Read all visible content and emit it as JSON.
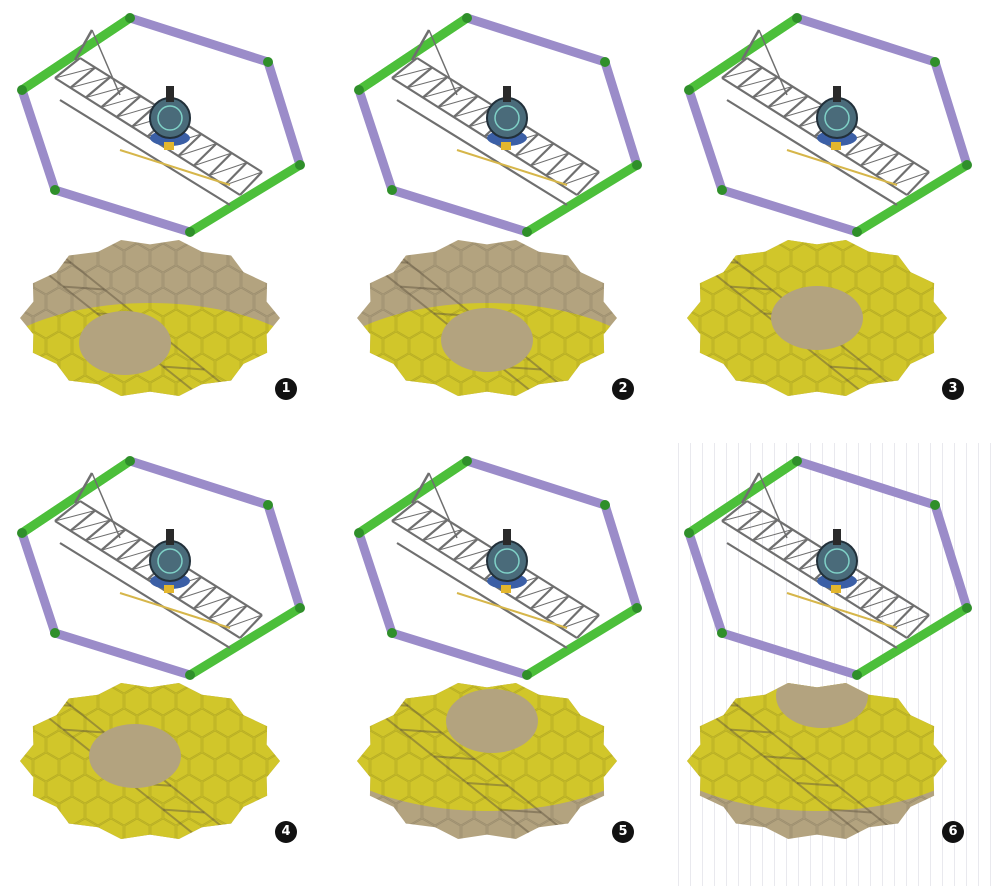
{
  "colors": {
    "frame_purple": "#9b8cc9",
    "frame_green": "#4cbf3a",
    "truss_gray": "#6f6f6f",
    "mirror_yellow": "#d1c62a",
    "mirror_tan": "#b3a37f",
    "badge_black": "#111111"
  },
  "panels": [
    {
      "label": "1",
      "band": "lower",
      "hole": "lower-left"
    },
    {
      "label": "2",
      "band": "lower",
      "hole": "lower-center"
    },
    {
      "label": "3",
      "band": "full",
      "hole": "center"
    },
    {
      "label": "4",
      "band": "full",
      "hole": "center-left"
    },
    {
      "label": "5",
      "band": "upper",
      "hole": "upper-center"
    },
    {
      "label": "6",
      "band": "upper",
      "hole": "top",
      "background": "striped"
    }
  ]
}
